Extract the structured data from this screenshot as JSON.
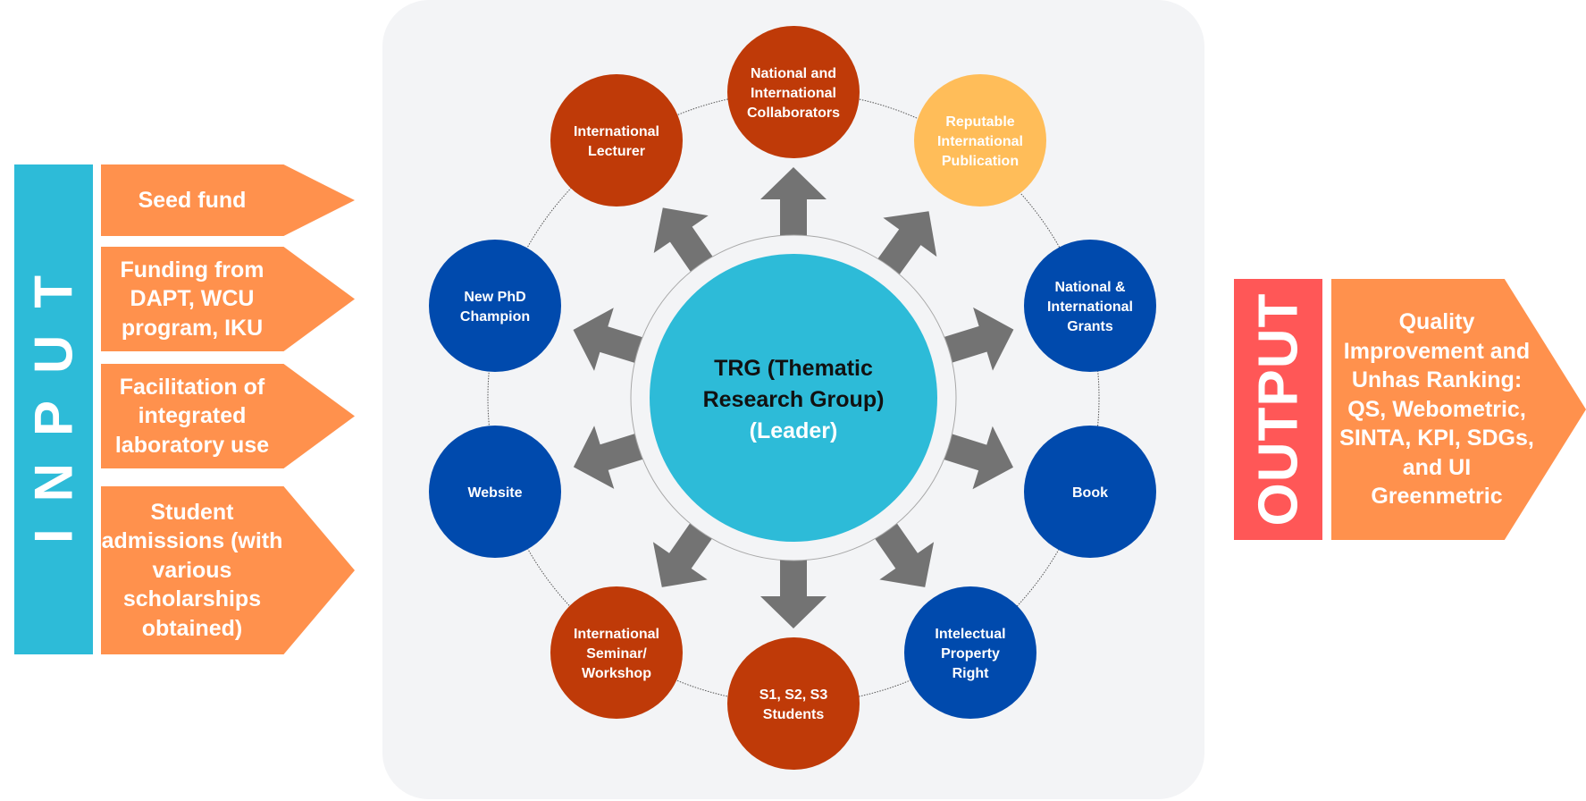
{
  "input": {
    "label": "INPUT",
    "color": "#2dbbd8",
    "items": [
      {
        "lines": [
          "Seed fund"
        ]
      },
      {
        "lines": [
          "Funding from",
          "DAPT, WCU",
          "program, IKU"
        ]
      },
      {
        "lines": [
          "Facilitation of",
          "integrated",
          "laboratory use"
        ]
      },
      {
        "lines": [
          "Student",
          "admissions (with",
          "various",
          "scholarships",
          "obtained)"
        ]
      }
    ]
  },
  "output": {
    "label": "OUTPUT",
    "color": "#ff5757",
    "item": {
      "lines": [
        "Quality",
        "Improvement and",
        "Unhas Ranking:",
        "QS, Webometric,",
        "SINTA, KPI, SDGs,",
        "and UI",
        "Greenmetric"
      ]
    }
  },
  "center": {
    "title_lines": [
      "TRG (Thematic",
      "Research Group)"
    ],
    "subtitle": "(Leader)",
    "color": "#2dbbd8"
  },
  "colors": {
    "red": "#bf3a08",
    "yellow": "#ffbd59",
    "blue": "#004aad",
    "arrow": "#737373",
    "chevron": "#ff914d",
    "panel": "#f3f4f6"
  },
  "nodes": [
    {
      "id": "collaborators",
      "lines": [
        "National and",
        "International",
        "Collaborators"
      ],
      "color": "red"
    },
    {
      "id": "publication",
      "lines": [
        "Reputable",
        "International",
        "Publication"
      ],
      "color": "yellow"
    },
    {
      "id": "grants",
      "lines": [
        "National &",
        "International",
        "Grants"
      ],
      "color": "blue"
    },
    {
      "id": "book",
      "lines": [
        "Book"
      ],
      "color": "blue"
    },
    {
      "id": "ipr",
      "lines": [
        "Intelectual",
        "Property",
        "Right"
      ],
      "color": "blue"
    },
    {
      "id": "students",
      "lines": [
        "S1, S2, S3",
        "Students"
      ],
      "color": "red"
    },
    {
      "id": "seminar",
      "lines": [
        "International",
        "Seminar/",
        "Workshop"
      ],
      "color": "red"
    },
    {
      "id": "website",
      "lines": [
        "Website"
      ],
      "color": "blue"
    },
    {
      "id": "phd-champion",
      "lines": [
        "New PhD",
        "Champion"
      ],
      "color": "blue"
    },
    {
      "id": "lecturer",
      "lines": [
        "International",
        "Lecturer"
      ],
      "color": "red"
    }
  ]
}
